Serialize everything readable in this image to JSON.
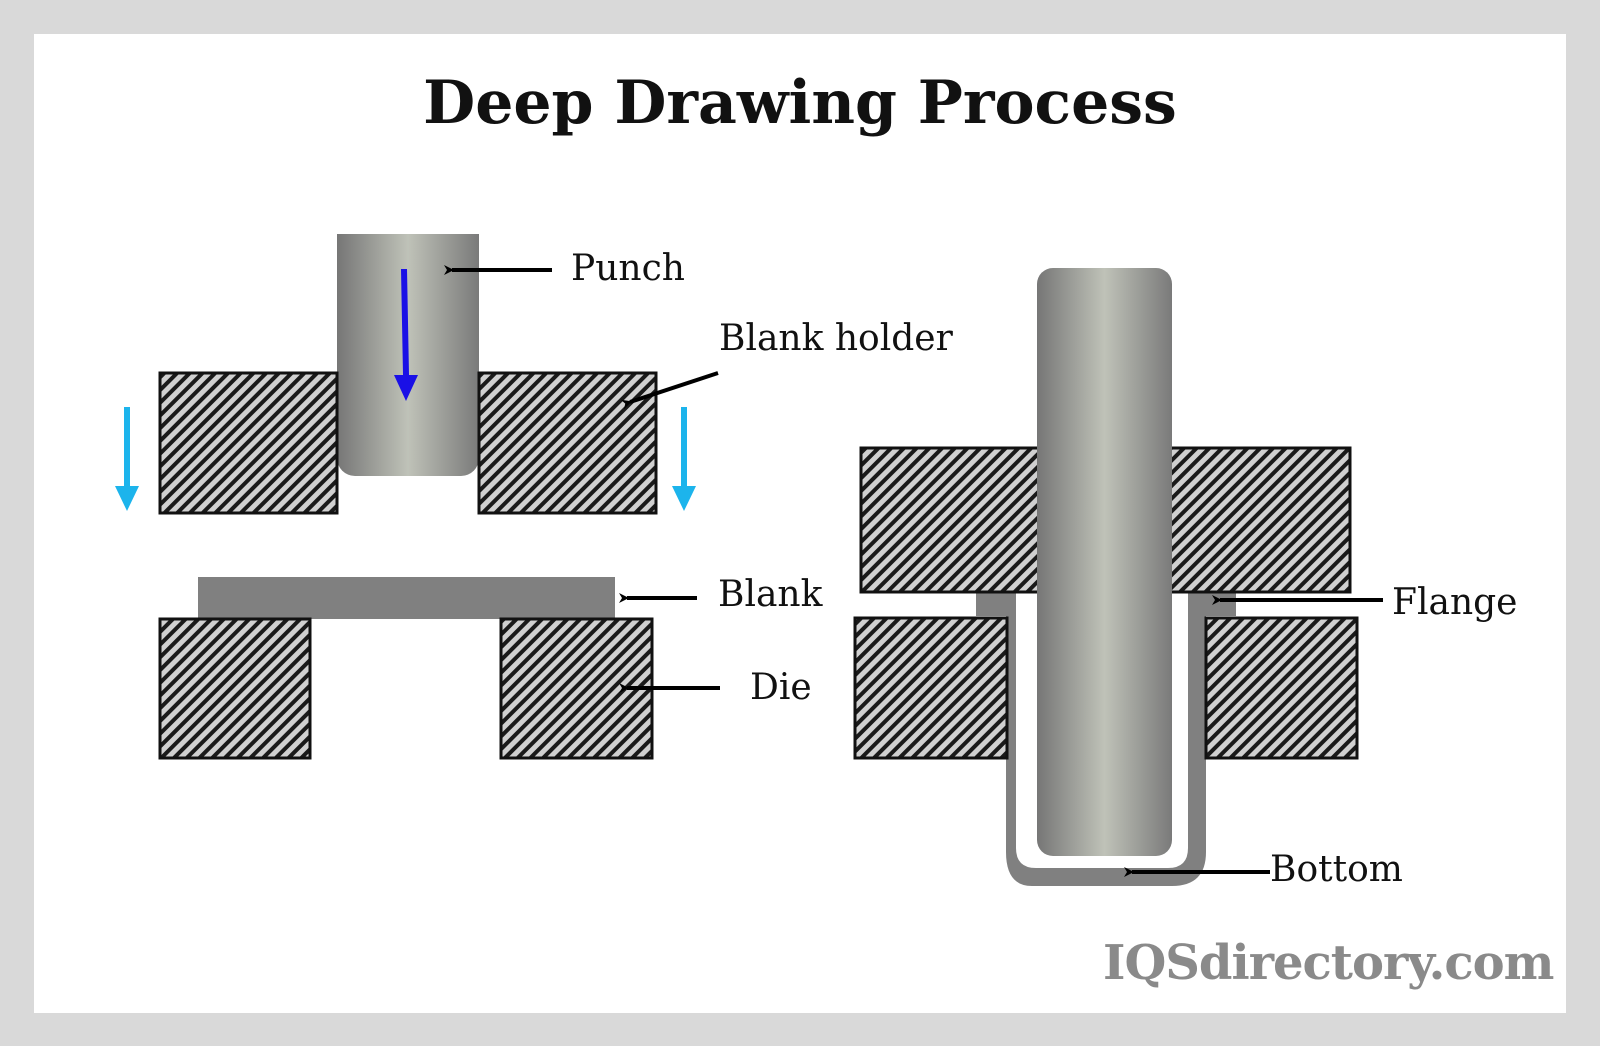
{
  "title": "Deep Drawing Process",
  "labels": {
    "punch": "Punch",
    "blank_holder": "Blank holder",
    "blank": "Blank",
    "die": "Die",
    "flange": "Flange",
    "bottom": "Bottom"
  },
  "watermark": "IQSdirectory.com",
  "colors": {
    "frame": "#d9d9d9",
    "punch_motion_arrow": "#1a10e6",
    "holder_motion_arrow": "#1cb4ec",
    "blank": "#808080",
    "hatch_fill": "#d0d0d0",
    "outline": "#111111"
  }
}
